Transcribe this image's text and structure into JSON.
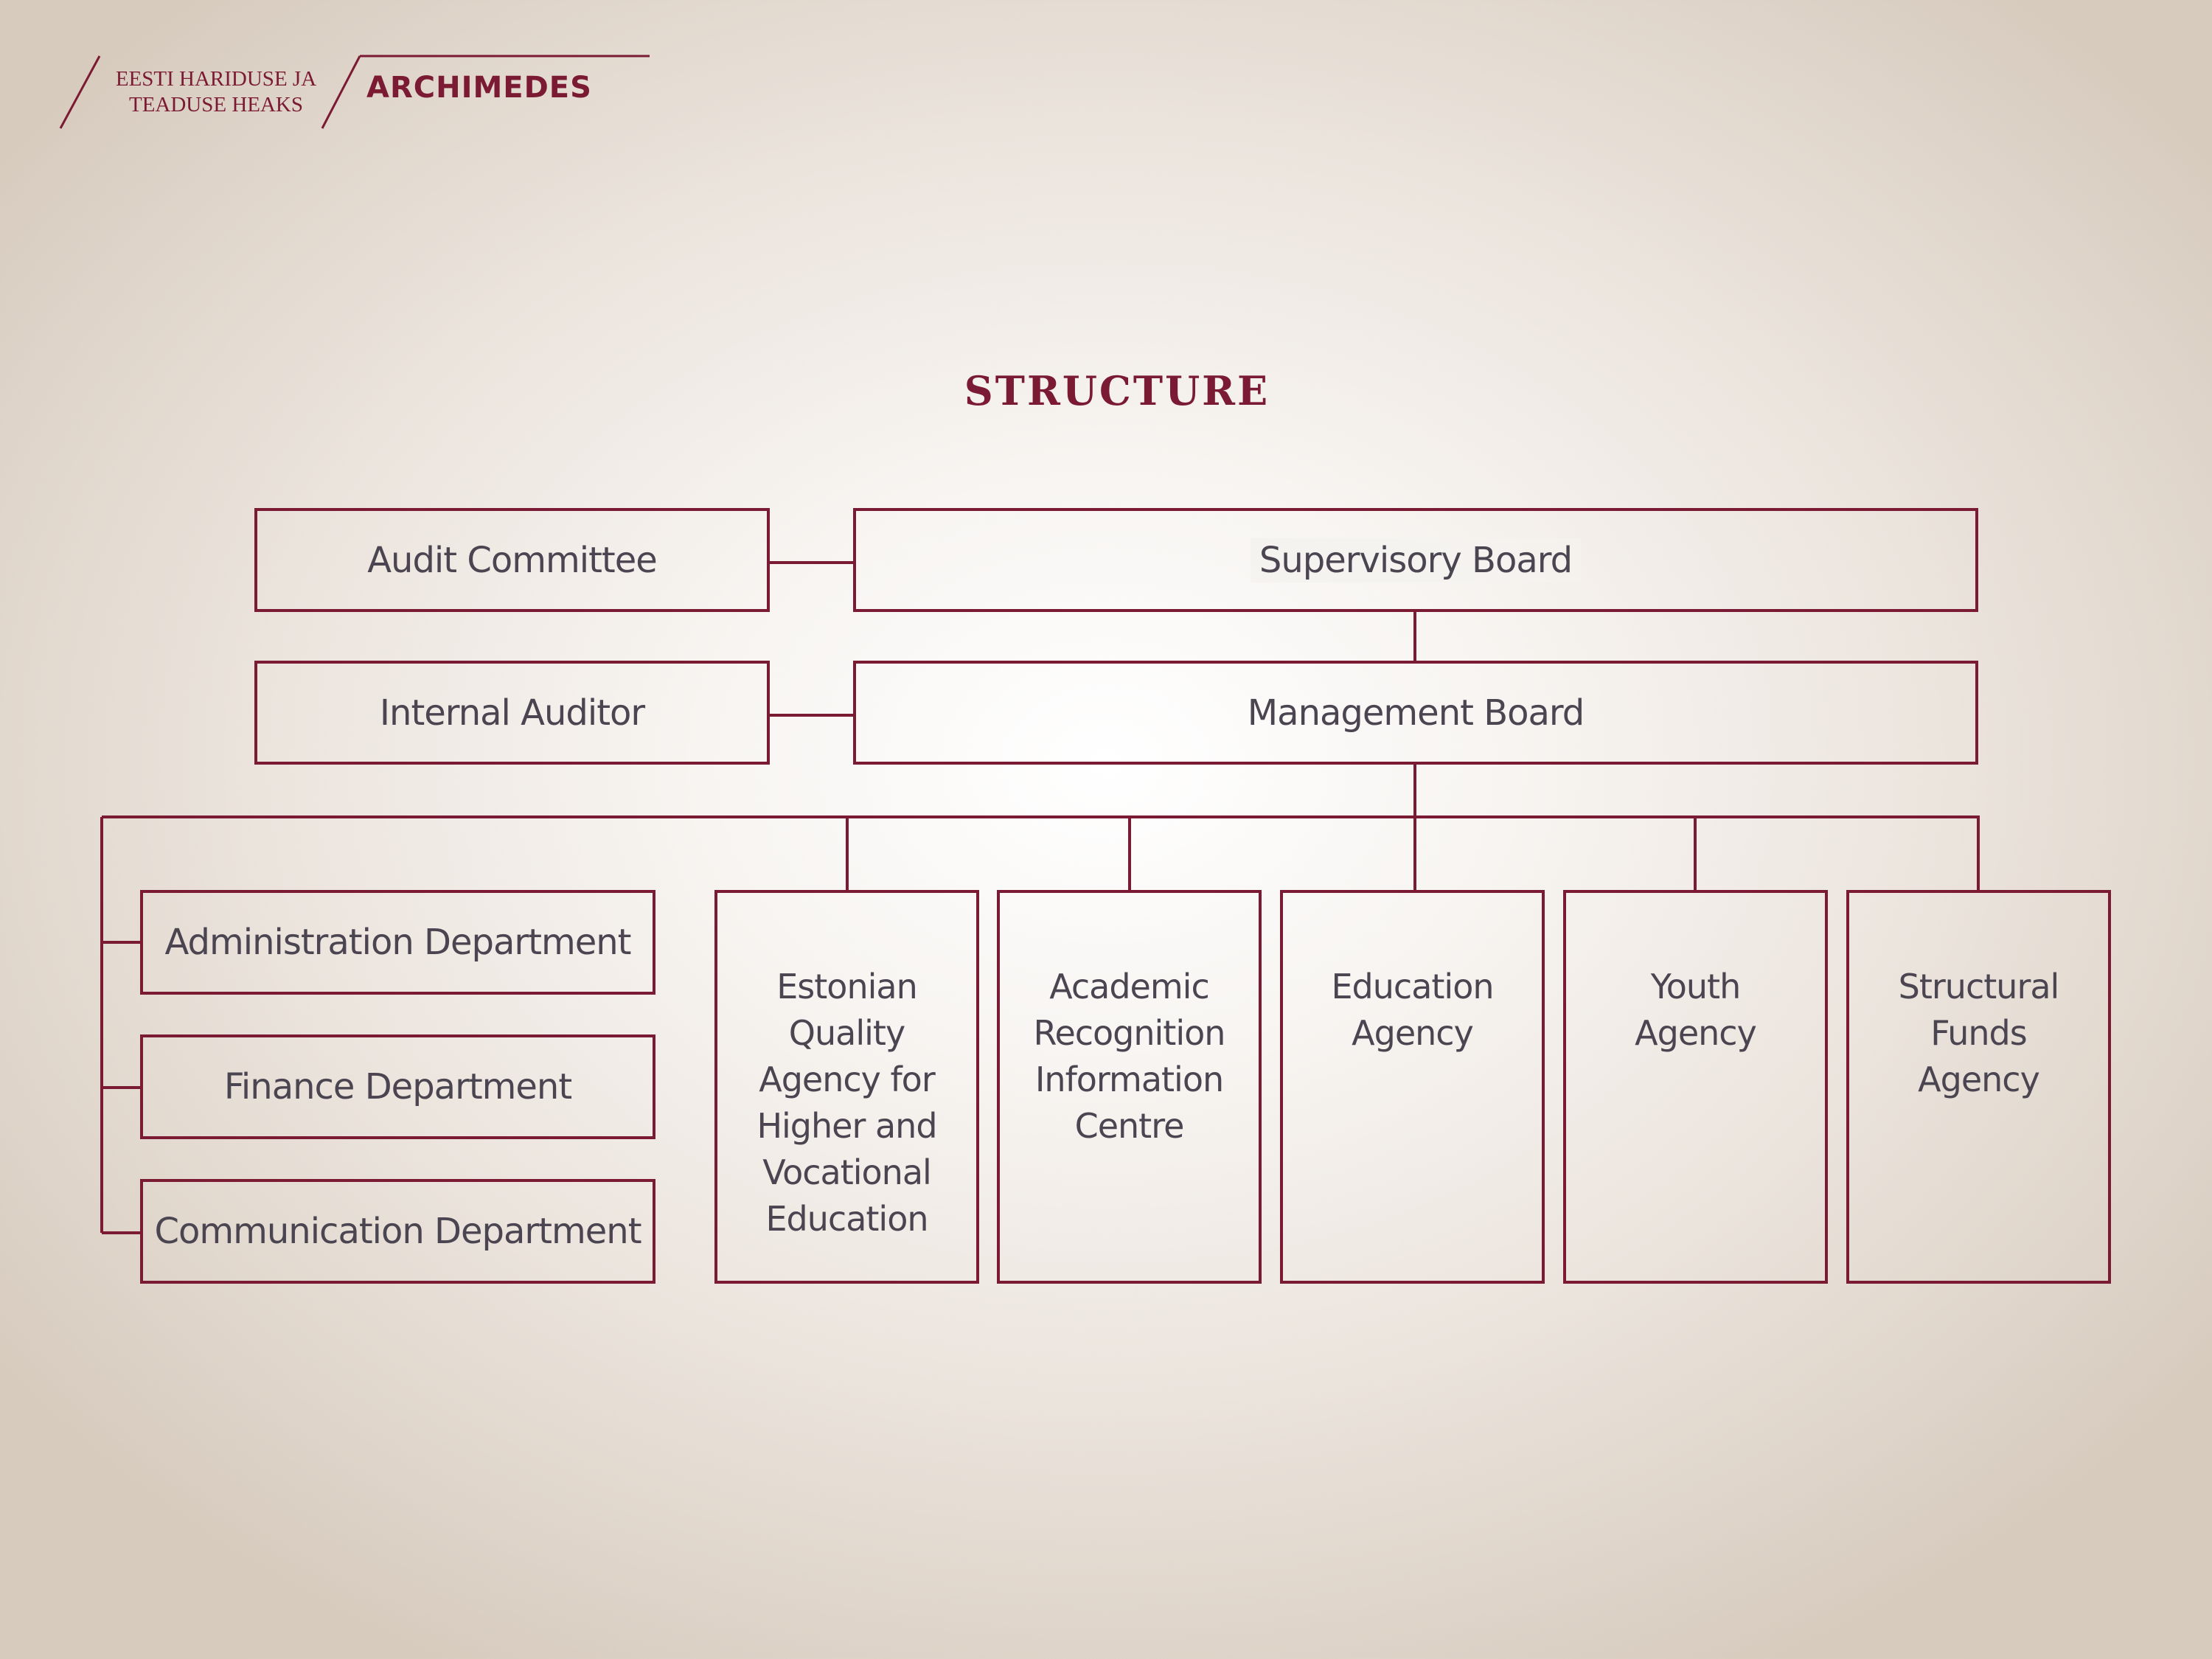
{
  "logo": {
    "tagline": "EESTI HARIDUSE JA\nTEADUSE HEAKS",
    "brand": "ARCHIMEDES"
  },
  "title": "STRUCTURE",
  "colors": {
    "accent": "#7a1a33",
    "text": "#4a4550",
    "background_center": "#ffffff",
    "background_edge": "#d7cbbe"
  },
  "top_level": {
    "audit_committee": "Audit Committee",
    "supervisory_board": "Supervisory Board",
    "internal_auditor": "Internal Auditor",
    "management_board": "Management Board"
  },
  "departments": [
    "Administration Department",
    "Finance Department",
    "Communication Department"
  ],
  "agencies": [
    "Estonian\nQuality\nAgency for\nHigher and\nVocational\nEducation",
    "Academic\nRecognition\nInformation\nCentre",
    "Education\nAgency",
    "Youth\nAgency",
    "Structural\nFunds\nAgency"
  ]
}
